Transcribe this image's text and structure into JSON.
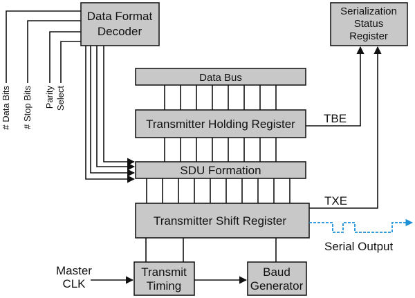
{
  "blocks": {
    "decoder": [
      "Data Format",
      "Decoder"
    ],
    "status": [
      "Serialization",
      "Status",
      "Register"
    ],
    "data_bus": "Data Bus",
    "holding": "Transmitter Holding Register",
    "sdu": "SDU Formation",
    "shift": "Transmitter Shift Register",
    "timing": [
      "Transmit",
      "Timing"
    ],
    "baud": [
      "Baud",
      "Generator"
    ]
  },
  "inputs": {
    "data_bits": "# Data Bits",
    "stop_bits": "# Stop Bits",
    "parity": "Parity",
    "select": "Select"
  },
  "signals": {
    "tbe": "TBE",
    "txe": "TXE",
    "serial_output": "Serial Output",
    "master_clk": [
      "Master",
      "CLK"
    ]
  },
  "colors": {
    "block_fill": "#c8c8c8",
    "line": "#111111",
    "serial_wave": "#1a8fd6"
  }
}
